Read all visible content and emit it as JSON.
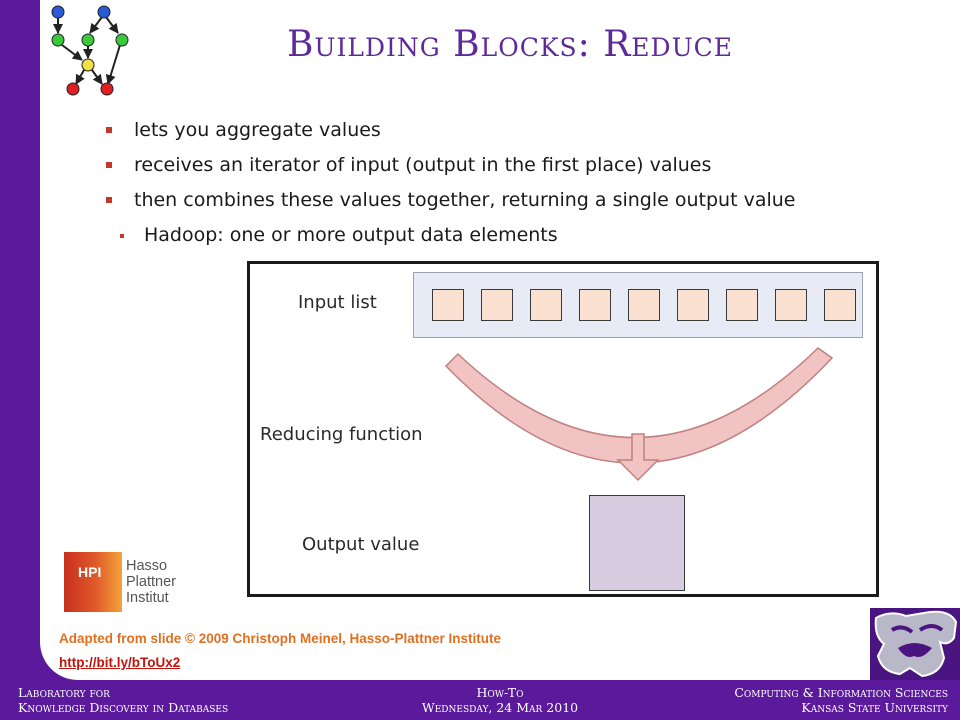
{
  "slide": {
    "title": "Building Blocks: Reduce",
    "bullets": [
      "lets you aggregate values",
      "receives an iterator of input (output in the first place) values",
      "then combines these values together, returning a single output value"
    ],
    "subbullet": "Hadoop: one or more output data elements"
  },
  "diagram": {
    "input_label": "Input list",
    "function_label": "Reducing function",
    "output_label": "Output value",
    "colors": {
      "input_cell": "#fbe1d2",
      "input_box": "#e6ebf5",
      "arc": "#f2c3c3",
      "output_box": "#d8cce0"
    }
  },
  "hpi_logo": {
    "letters": "HPI",
    "name_line1": "Hasso",
    "name_line2": "Plattner",
    "name_line3": "Institut"
  },
  "credit": {
    "text": "Adapted from slide © 2009 Christoph Meinel, Hasso-Plattner Institute",
    "link": "http://bit.ly/bToUx2"
  },
  "footer": {
    "left_line1": "Laboratory for",
    "left_line2": "Knowledge Discovery in Databases",
    "center_line1": "How-To",
    "center_line2": "Wednesday, 24 Mar 2010",
    "right_line1": "Computing & Information Sciences",
    "right_line2": "Kansas State University"
  },
  "colors": {
    "background": "#5b1a9c",
    "title": "#5e2a9a",
    "bullet_marker": "#c0392b",
    "credit": "#e07020",
    "link": "#c0140c"
  }
}
